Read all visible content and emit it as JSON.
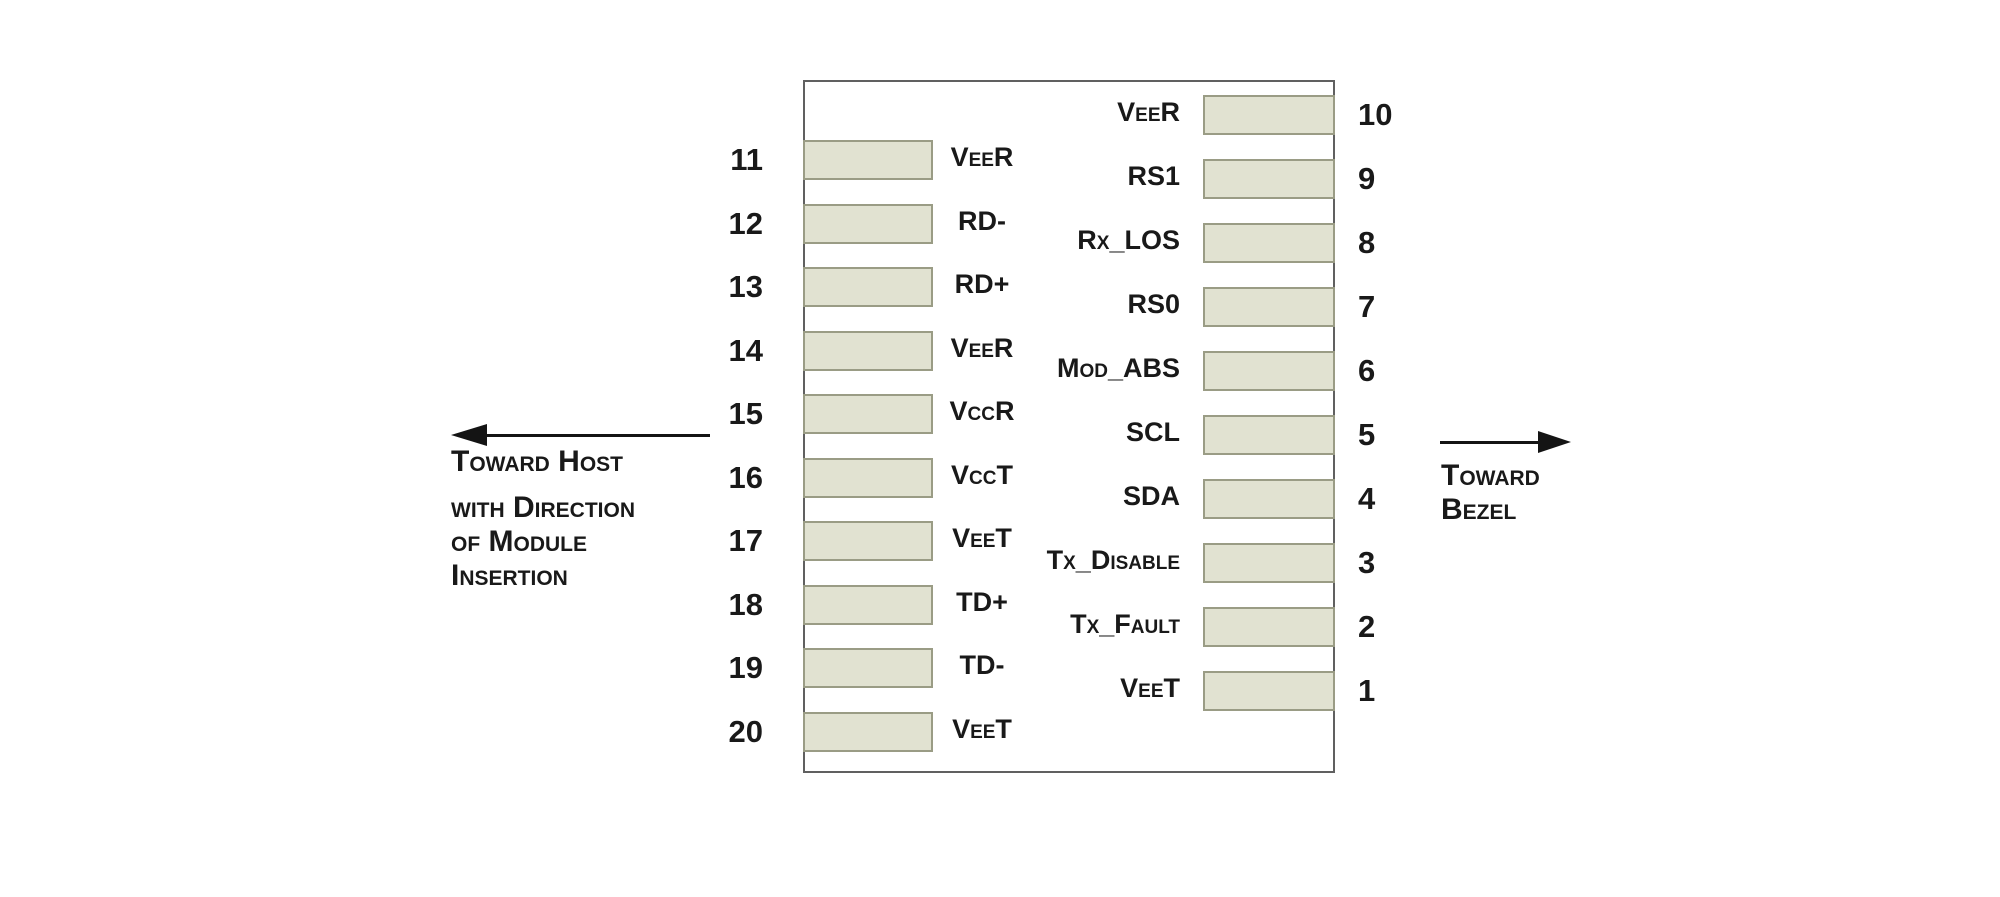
{
  "module": {
    "left_pins": [
      {
        "number": "11",
        "label": "VeeR"
      },
      {
        "number": "12",
        "label": "RD-"
      },
      {
        "number": "13",
        "label": "RD+"
      },
      {
        "number": "14",
        "label": "VeeR"
      },
      {
        "number": "15",
        "label": "VccR"
      },
      {
        "number": "16",
        "label": "VccT"
      },
      {
        "number": "17",
        "label": "VeeT"
      },
      {
        "number": "18",
        "label": "TD+"
      },
      {
        "number": "19",
        "label": "TD-"
      },
      {
        "number": "20",
        "label": "VeeT"
      }
    ],
    "right_pins": [
      {
        "number": "10",
        "label": "VeeR"
      },
      {
        "number": "9",
        "label": "RS1"
      },
      {
        "number": "8",
        "label": "Rx_LOS"
      },
      {
        "number": "7",
        "label": "RS0"
      },
      {
        "number": "6",
        "label": "Mod_ABS"
      },
      {
        "number": "5",
        "label": "SCL"
      },
      {
        "number": "4",
        "label": "SDA"
      },
      {
        "number": "3",
        "label": "Tx_Disable"
      },
      {
        "number": "2",
        "label": "Tx_Fault"
      },
      {
        "number": "1",
        "label": "VeeT"
      }
    ]
  },
  "annotations": {
    "toward_host": {
      "lines": [
        "Toward Host",
        "with Direction",
        "of Module",
        "Insertion"
      ]
    },
    "toward_bezel": {
      "lines": [
        "Toward",
        "Bezel"
      ]
    }
  },
  "colors": {
    "pin_fill": "#e1e2d1",
    "pin_border": "#9a9c85",
    "module_border": "#606060",
    "text": "#191919",
    "line": "#141414"
  }
}
